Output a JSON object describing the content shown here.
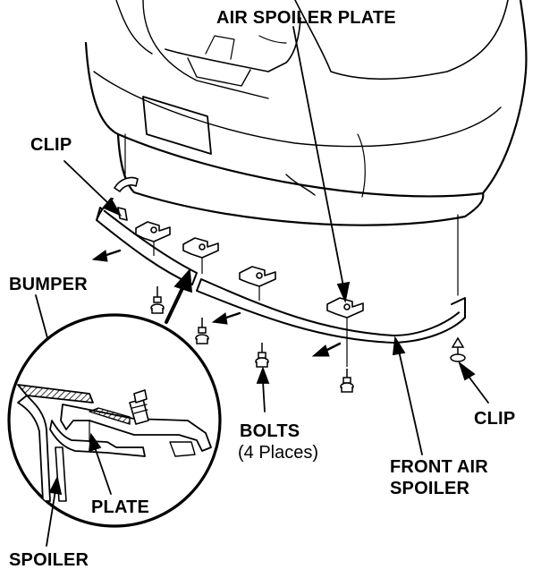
{
  "labels": {
    "air_spoiler_plate": "AIR SPOILER PLATE",
    "clip_left": "CLIP",
    "bumper": "BUMPER",
    "bolts": "BOLTS",
    "bolts_places": "(4 Places)",
    "clip_right": "CLIP",
    "front_air_spoiler_line1": "FRONT AIR",
    "front_air_spoiler_line2": "SPOILER",
    "plate": "PLATE",
    "spoiler": "SPOILER"
  },
  "icons": [
    "arrow-icon",
    "bolt-icon",
    "clip-icon",
    "plate-clip-icon"
  ],
  "colors": {
    "ink": "#000000",
    "paper": "#ffffff",
    "bumper_hatch": "#9a9a9a"
  }
}
